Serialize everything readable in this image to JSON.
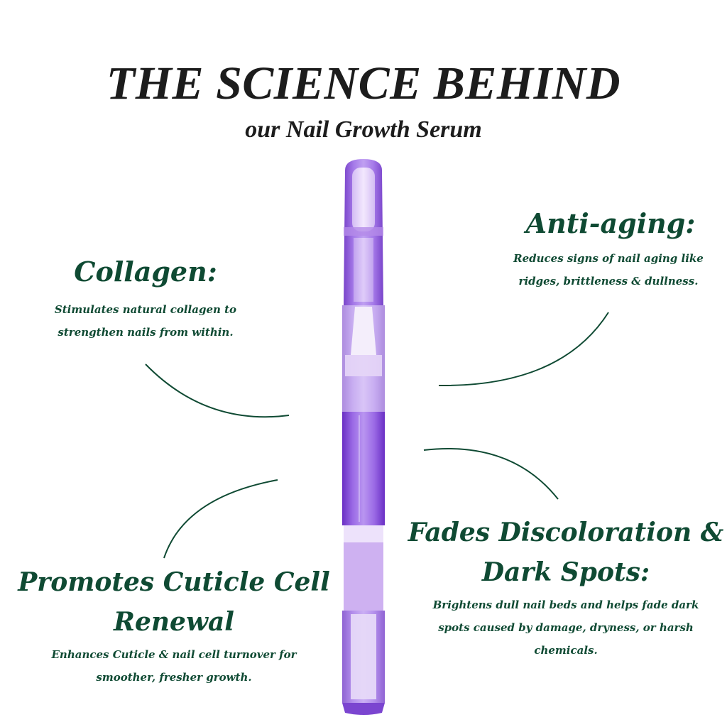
{
  "header": {
    "title": "THE SCIENCE BEHIND",
    "subtitle": "our Nail Growth Serum"
  },
  "product": {
    "name": "nail-serum-pen",
    "color_body": "#8a5ad6",
    "color_accent": "#c9a6f0"
  },
  "benefits": [
    {
      "heading": "Collagen:",
      "description_lines": [
        "Stimulates natural collagen to",
        "strengthen nails from within."
      ]
    },
    {
      "heading": "Anti-aging:",
      "description_lines": [
        "Reduces signs of nail aging like",
        "ridges, brittleness & dullness."
      ]
    },
    {
      "heading_lines": [
        "Promotes Cuticle Cell",
        "Renewal"
      ],
      "description_lines": [
        "Enhances Cuticle & nail cell turnover for",
        "smoother, fresher growth."
      ]
    },
    {
      "heading_lines": [
        "Fades Discoloration &",
        "Dark Spots:"
      ],
      "description_lines": [
        "Brightens dull nail beds and helps fade dark",
        "spots caused by damage, dryness, or harsh",
        "chemicals."
      ]
    }
  ],
  "colors": {
    "heading_green": "#0f4a33",
    "title_black": "#1c1c1c",
    "background": "#ffffff"
  }
}
